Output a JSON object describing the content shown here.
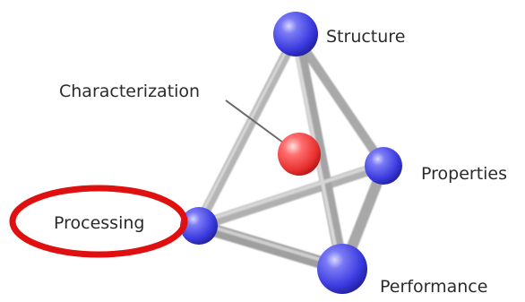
{
  "labels": {
    "structure": "Structure",
    "characterization": "Characterization",
    "properties": "Properties",
    "processing": "Processing",
    "performance": "Performance"
  },
  "colors": {
    "node_blue": "#4a4ae8",
    "node_red": "#ee3b3b",
    "edge_gray": "#b3b3b3",
    "highlight_ring": "#e01010",
    "text": "#2b2b2b"
  }
}
